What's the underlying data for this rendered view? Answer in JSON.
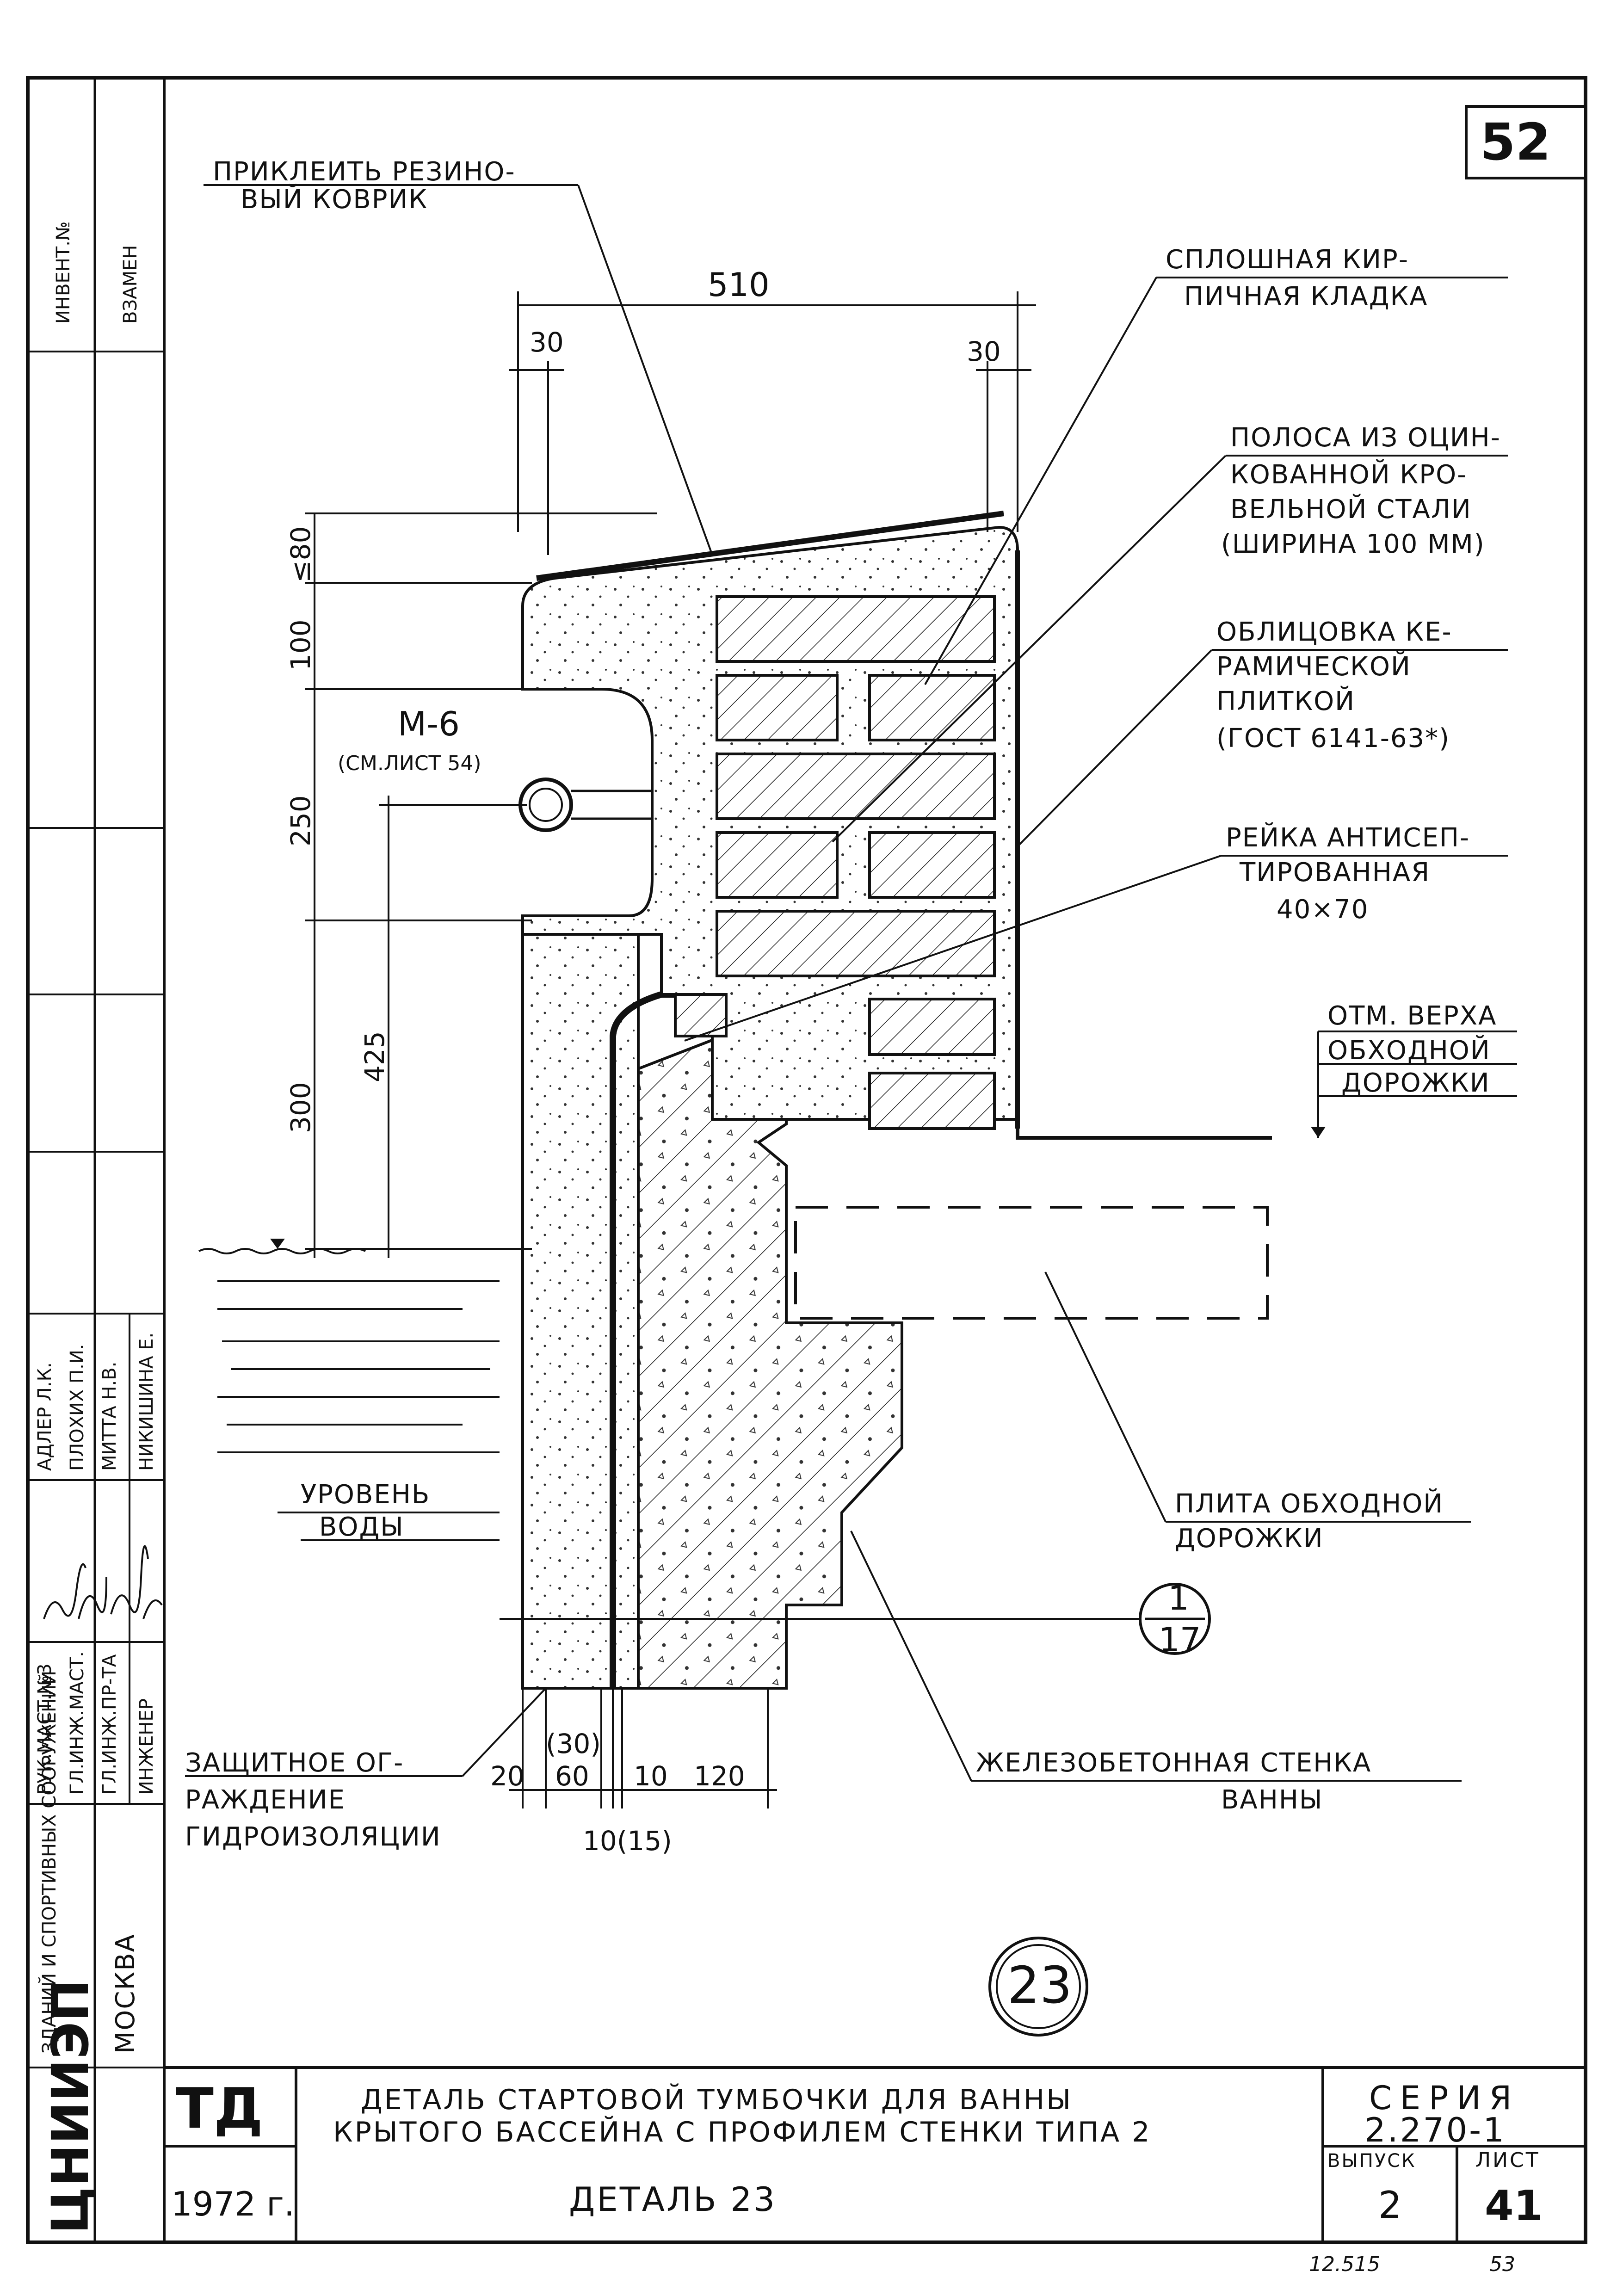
{
  "sheet_number": "52",
  "side_stamp": {
    "inv_no": "ИНВЕНТ.№",
    "replacement": "ВЗАМЕН",
    "roles": [
      "РУК.МАСТ.№3",
      "ГЛ.ИНЖ.МАСТ.",
      "ГЛ.ИНЖ.ПР-ТА",
      "ИНЖЕНЕР"
    ],
    "names": [
      "АДЛЕР Л.К.",
      "ПЛОХИХ П.И.",
      "МИТТА Н.В.",
      "НИКИШИНА Е."
    ],
    "org_full": "ЗДАНИЙ И СПОРТИВНЫХ СООРУЖЕНИЙ",
    "city": "МОСКВА",
    "org_logo": "ЦНИИЭП"
  },
  "callouts": {
    "rubber_mat": [
      "ПРИКЛЕИТЬ РЕЗИНО-",
      "ВЫЙ КОВРИК"
    ],
    "brickwork": [
      "СПЛОШНАЯ КИР-",
      "ПИЧНАЯ КЛАДКА"
    ],
    "steel_strip": [
      "ПОЛОСА ИЗ ОЦИН-",
      "КОВАННОЙ КРО-",
      "ВЕЛЬНОЙ СТАЛИ",
      "(ШИРИНА 100 ММ)"
    ],
    "tile_facing": [
      "ОБЛИЦОВКА КЕ-",
      "РАМИЧЕСКОЙ",
      "ПЛИТКОЙ",
      "(ГОСТ 6141-63*)"
    ],
    "batten": [
      "РЕЙКА АНТИСЕП-",
      "ТИРОВАННАЯ",
      "40×70"
    ],
    "walkway_level": [
      "ОТМ. ВЕРХА",
      "ОБХОДНОЙ",
      "ДОРОЖКИ"
    ],
    "walkway_slab": [
      "ПЛИТА ОБХОДНОЙ",
      "ДОРОЖКИ"
    ],
    "water_level": [
      "УРОВЕНЬ",
      "ВОДЫ"
    ],
    "protection": [
      "ЗАЩИТНОЕ ОГ-",
      "РАЖДЕНИЕ",
      "ГИДРОИЗОЛЯЦИИ"
    ],
    "rc_wall": [
      "ЖЕЛЕЗОБЕТОННАЯ СТЕНКА",
      "ВАННЫ"
    ],
    "handrail": "М-6",
    "handrail_ref": "(СМ.ЛИСТ 54)"
  },
  "dimensions": {
    "top_width": "510",
    "left_offset": "30",
    "right_offset": "30",
    "v_top": "≤80",
    "v_100": "100",
    "v_250": "250",
    "v_300": "300",
    "v_425": "425",
    "b_20": "20",
    "b_30": "(30)",
    "b_60": "60",
    "b_10": "10",
    "b_120": "120",
    "b_10_15": "10(15)"
  },
  "section_ref": {
    "top": "1",
    "bottom": "17"
  },
  "detail_mark": "23",
  "title_block": {
    "code": "ТД",
    "year": "1972 г.",
    "title_line1": "ДЕТАЛЬ СТАРТОВОЙ ТУМБОЧКИ ДЛЯ ВАННЫ",
    "title_line2": "КРЫТОГО БАССЕЙНА С ПРОФИЛЕМ СТЕНКИ ТИПА 2",
    "detail": "ДЕТАЛЬ 23",
    "series_label": "СЕРИЯ",
    "series": "2.270-1",
    "issue_label": "ВЫПУСК",
    "issue": "2",
    "sheet_label": "ЛИСТ",
    "sheet": "41"
  },
  "footer": {
    "left": "12.515",
    "right": "53"
  }
}
